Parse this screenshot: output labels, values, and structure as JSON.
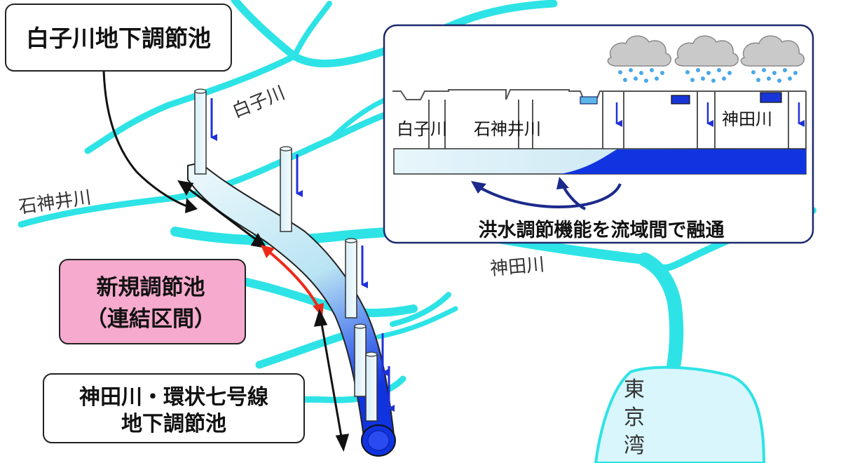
{
  "colors": {
    "river": "#2ee3e6",
    "tunnel_dark": "#1033e0",
    "tunnel_light": "#e8f7fb",
    "arrow_blue": "#2030d8",
    "arrow_red": "#ee2a1a",
    "new_pond_fill": "#f6aacd",
    "bay_fill": "#d8f6fb"
  },
  "labels": {
    "shirako_pond": "白子川地下調節池",
    "new_pond_line1": "新規調節池",
    "new_pond_line2": "（連結区間）",
    "kanda_pond_line1": "神田川・環状七号線",
    "kanda_pond_line2": "地下調節池",
    "river_shirako": "白子川",
    "river_shakujii": "石神井川",
    "river_kanda": "神田川",
    "bay": "東京湾"
  },
  "inset": {
    "river_shirako": "白子川",
    "river_shakujii": "石神井川",
    "river_kanda": "神田川",
    "caption": "洪水調節機能を流域間で融通"
  }
}
